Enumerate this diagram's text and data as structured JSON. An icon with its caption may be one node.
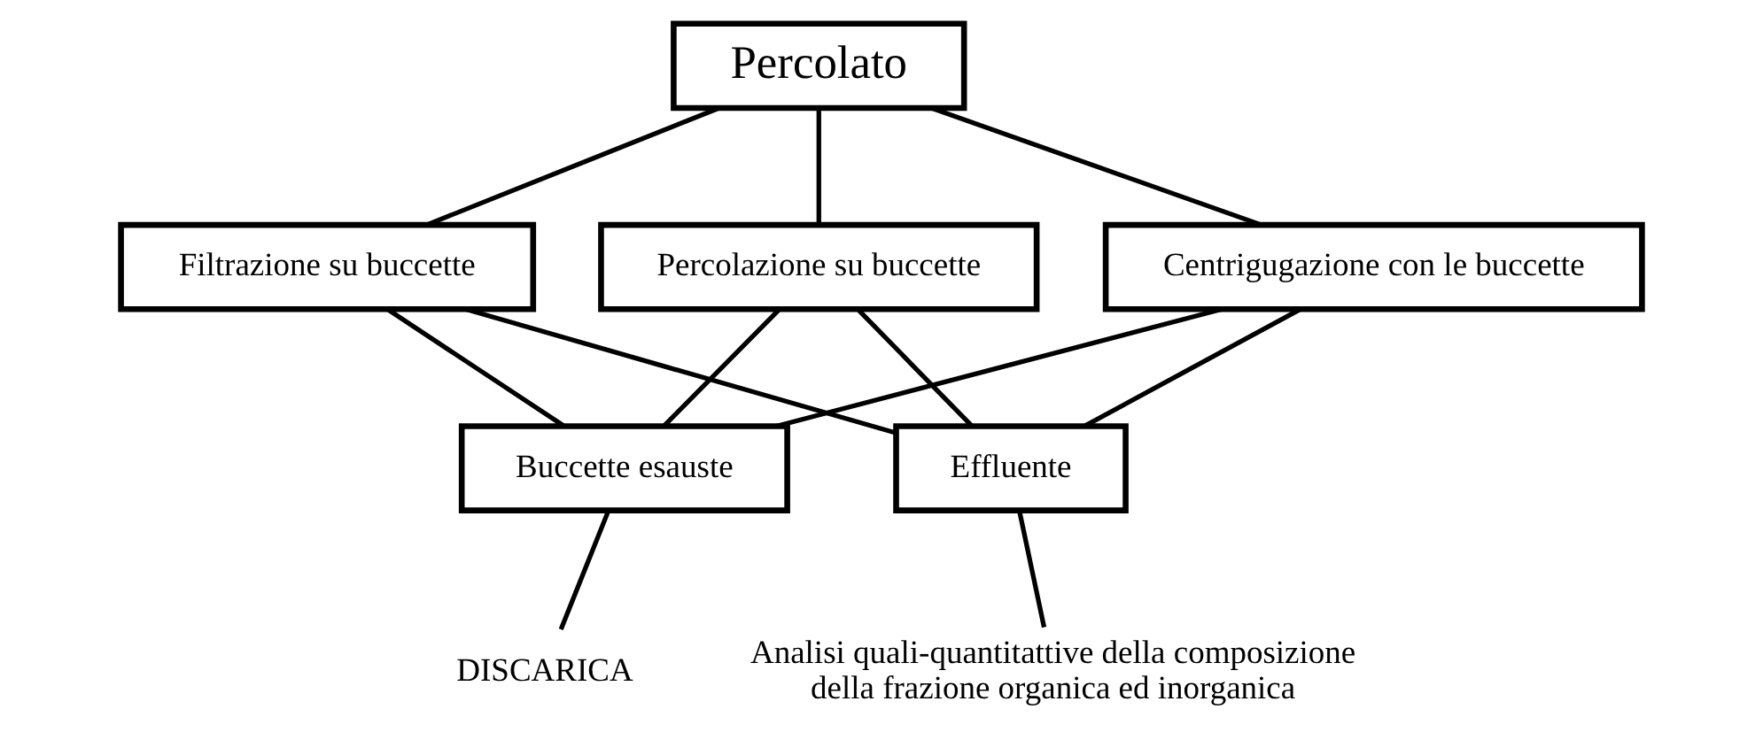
{
  "diagram": {
    "nodes": [
      {
        "text": [
          "Percolato"
        ]
      },
      {
        "text": [
          "Filtrazione su buccette"
        ]
      },
      {
        "text": [
          "Percolazione su buccette"
        ]
      },
      {
        "text": [
          "Centrigugazione con le buccette"
        ]
      },
      {
        "text": [
          "Buccette esauste"
        ]
      },
      {
        "text": [
          "Effluente"
        ]
      },
      {
        "text": [
          "DISCARICA"
        ]
      },
      {
        "text": [
          "Analisi quali-quantitattive della composizione della frazione organica ed inorganica"
        ]
      }
    ],
    "edges": [
      {
        "from": 0,
        "to": 1,
        "arrow": "none"
      },
      {
        "from": 0,
        "to": 2,
        "arrow": "none"
      },
      {
        "from": 0,
        "to": 3,
        "arrow": "none"
      },
      {
        "from": 1,
        "to": 4,
        "arrow": "none"
      },
      {
        "from": 1,
        "to": 5,
        "arrow": "none"
      },
      {
        "from": 2,
        "to": 4,
        "arrow": "none"
      },
      {
        "from": 2,
        "to": 5,
        "arrow": "none"
      },
      {
        "from": 3,
        "to": 4,
        "arrow": "none"
      },
      {
        "from": 3,
        "to": 5,
        "arrow": "none"
      },
      {
        "from": 4,
        "to": 6,
        "arrow": "none"
      },
      {
        "from": 5,
        "to": 7,
        "arrow": "none"
      }
    ]
  }
}
